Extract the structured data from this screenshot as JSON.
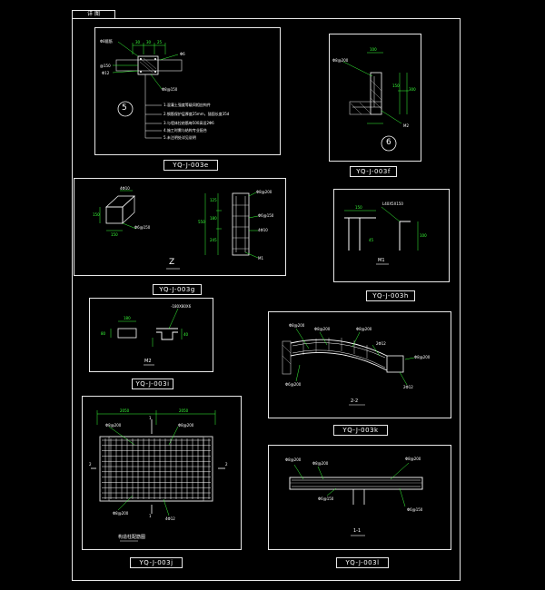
{
  "sheet": {
    "title_tab": "详 图"
  },
  "details": [
    {
      "id": "d1",
      "caption": "YQ-J-003e",
      "number": "5",
      "dims": [
        "30",
        "30",
        "25"
      ],
      "callouts": [
        "Φ8箍筋",
        "Φ6",
        "@150",
        "Φ12",
        "Φ8@150"
      ],
      "notes": [
        "1.混凝土强度等级同相应构件",
        "2.钢筋保护层厚度25mm，锚固长度35d",
        "3.与墙体拉结筋每500高设2Φ6",
        "4.施工时需与结构专业配合",
        "5.未注明处详见说明"
      ]
    },
    {
      "id": "d2",
      "caption": "YQ-J-003f",
      "number": "6",
      "dims": [
        "100",
        "150",
        "300"
      ],
      "callouts": [
        "Φ8@200",
        "M2"
      ]
    },
    {
      "id": "d3",
      "caption": "YQ-J-003g",
      "section": "Z",
      "dims": [
        "150",
        "150",
        "125",
        "180",
        "245",
        "550"
      ],
      "callouts": [
        "4Φ10",
        "Φ6@150",
        "Φ8@200",
        "Φ6@150",
        "4Φ10",
        "M1"
      ]
    },
    {
      "id": "d4",
      "caption": "YQ-J-003h",
      "section": "M1",
      "dims": [
        "150",
        "100",
        "45"
      ],
      "callouts": [
        "L40X5X150"
      ]
    },
    {
      "id": "d5",
      "caption": "YQ-J-003i",
      "section": "M2",
      "dims": [
        "180",
        "80",
        "40"
      ],
      "callouts": [
        "-180X80X6"
      ]
    },
    {
      "id": "d6",
      "caption": "YQ-J-003k",
      "section": "2-2",
      "callouts": [
        "Φ8@200",
        "Φ8@200",
        "Φ8@200",
        "2Φ12",
        "Φ8@200",
        "2Φ12",
        "Φ6@200"
      ]
    },
    {
      "id": "d7",
      "caption": "YQ-J-003j",
      "plan_title": "构造柱配筋图",
      "dims": [
        "2050",
        "2050"
      ],
      "section_marks": [
        "1",
        "1",
        "2",
        "2"
      ],
      "callouts": [
        "Φ8@200",
        "Φ8@200",
        "Φ8@200",
        "4Φ12"
      ]
    },
    {
      "id": "d8",
      "caption": "YQ-J-003l",
      "section": "1-1",
      "callouts": [
        "Φ8@200",
        "Φ8@200",
        "Φ8@200",
        "Φ6@150",
        "Φ6@150"
      ]
    }
  ],
  "colors": {
    "background": "#000000",
    "frame": "#e8e8e8",
    "dimension": "#39ff39",
    "leader": "#39ff39",
    "hatch": "#c8c8c8",
    "rebar": "#ffffff",
    "text": "#ffffff"
  }
}
